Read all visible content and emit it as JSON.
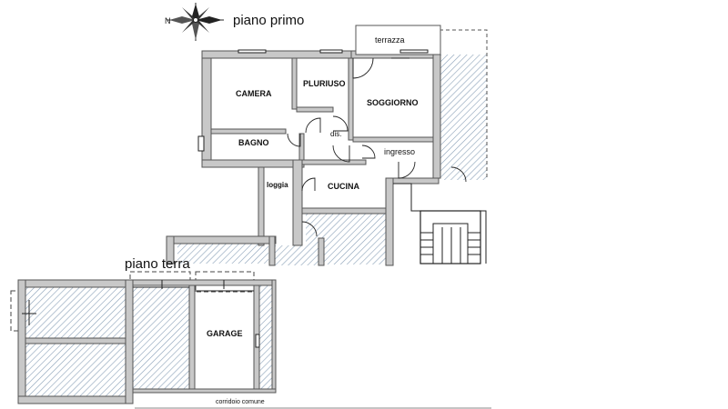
{
  "labels": {
    "compass_n": "N",
    "floor_upper": "piano primo",
    "floor_ground": "piano terra",
    "terrazza": "terrazza",
    "camera": "CAMERA",
    "pluriuso": "PLURIUSO",
    "soggiorno": "SOGGIORNO",
    "bagno": "BAGNO",
    "dis": "dis.",
    "ingresso": "ingresso",
    "loggia": "loggia",
    "cucina": "CUCINA",
    "garage": "GARAGE",
    "corridoio": "corridoio comune"
  },
  "colors": {
    "wall": "#c8c8c8",
    "wall_stroke": "#555555",
    "hatch": "#8aa0b8",
    "line": "#222222"
  }
}
